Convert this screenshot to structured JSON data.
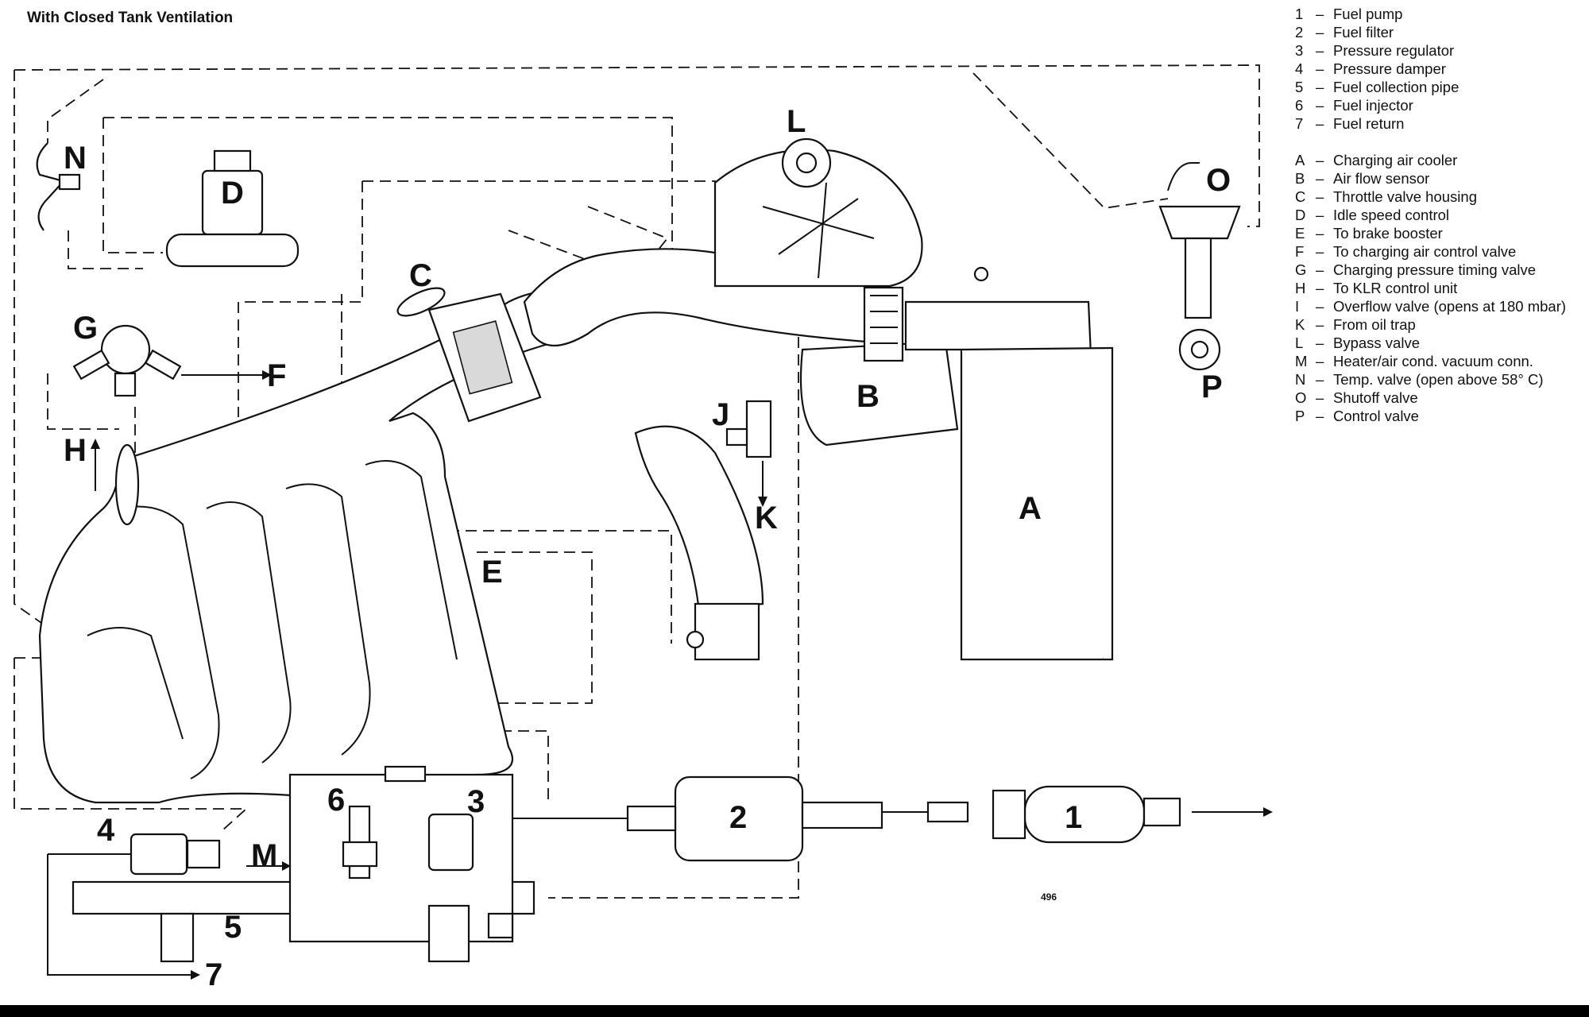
{
  "title": "With Closed Tank Ventilation",
  "page_number": "496",
  "callouts": {
    "n1": "1",
    "n2": "2",
    "n3": "3",
    "n4": "4",
    "n5": "5",
    "n6": "6",
    "n7": "7",
    "A": "A",
    "B": "B",
    "C": "C",
    "D": "D",
    "E": "E",
    "F": "F",
    "G": "G",
    "H": "H",
    "J": "J",
    "K": "K",
    "L": "L",
    "M": "M",
    "N": "N",
    "O": "O",
    "P": "P"
  },
  "legend": {
    "numbered": [
      {
        "key": "1",
        "text": "Fuel pump"
      },
      {
        "key": "2",
        "text": "Fuel filter"
      },
      {
        "key": "3",
        "text": "Pressure regulator"
      },
      {
        "key": "4",
        "text": "Pressure damper"
      },
      {
        "key": "5",
        "text": "Fuel collection pipe"
      },
      {
        "key": "6",
        "text": "Fuel injector"
      },
      {
        "key": "7",
        "text": "Fuel return"
      }
    ],
    "lettered": [
      {
        "key": "A",
        "text": "Charging air cooler"
      },
      {
        "key": "B",
        "text": "Air flow sensor"
      },
      {
        "key": "C",
        "text": "Throttle valve housing"
      },
      {
        "key": "D",
        "text": "Idle speed control"
      },
      {
        "key": "E",
        "text": "To brake booster"
      },
      {
        "key": "F",
        "text": "To charging air control valve"
      },
      {
        "key": "G",
        "text": "Charging pressure timing valve"
      },
      {
        "key": "H",
        "text": "To KLR control unit"
      },
      {
        "key": "I",
        "text": "Overflow valve (opens at 180 mbar)"
      },
      {
        "key": "K",
        "text": "From oil trap"
      },
      {
        "key": "L",
        "text": "Bypass valve"
      },
      {
        "key": "M",
        "text": "Heater/air cond. vacuum conn."
      },
      {
        "key": "N",
        "text": "Temp. valve (open above 58° C)"
      },
      {
        "key": "O",
        "text": "Shutoff valve"
      },
      {
        "key": "P",
        "text": "Control valve"
      }
    ]
  }
}
